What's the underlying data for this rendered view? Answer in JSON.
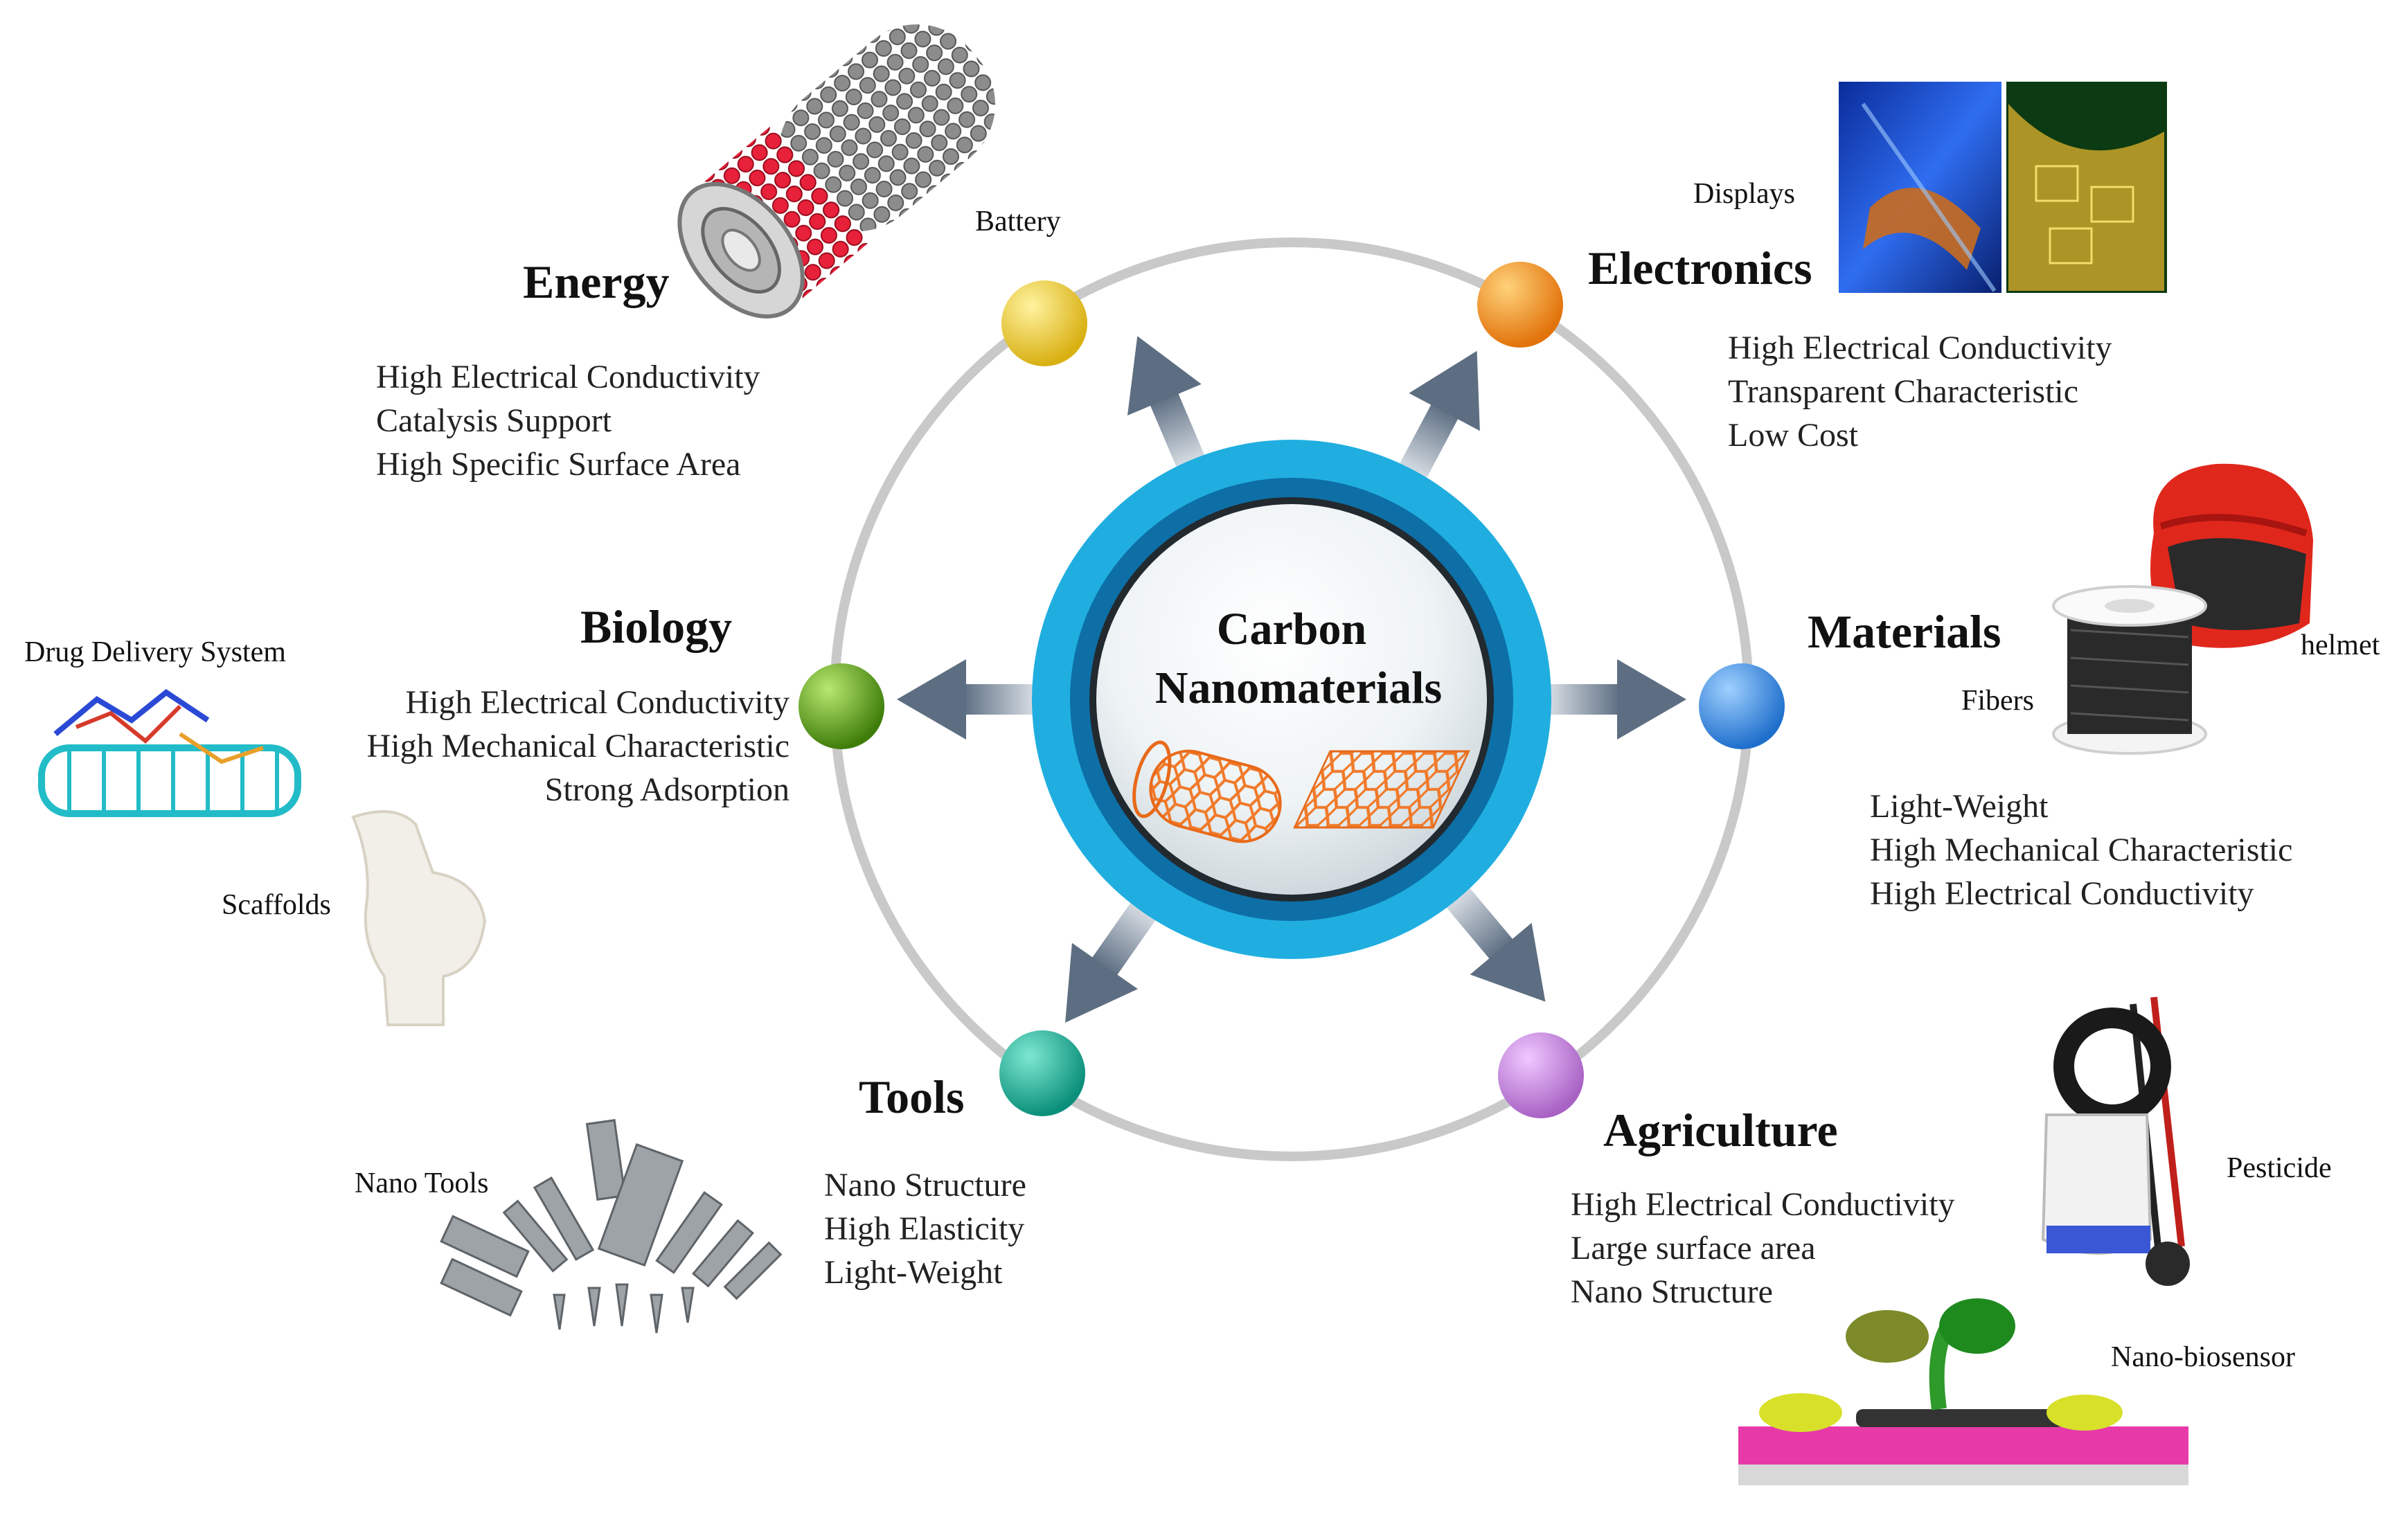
{
  "center": {
    "line1": "Carbon",
    "line2": "Nanomaterials"
  },
  "colors": {
    "ring": "#c9c9c9",
    "hub_outer": "#20aee0",
    "hub_mid": "#0d6fa6",
    "arrow": "#7a8a9c",
    "energy": "#e8c52a",
    "electronics": "#f08a10",
    "materials": "#2f86e0",
    "agriculture": "#c07ad8",
    "tools": "#12a992",
    "biology": "#5a9e12"
  },
  "sectors": {
    "energy": {
      "title": "Energy",
      "properties": [
        "High Electrical Conductivity",
        "Catalysis Support",
        "High Specific Surface Area"
      ],
      "image_label": "Battery"
    },
    "electronics": {
      "title": "Electronics",
      "properties": [
        "High Electrical Conductivity",
        "Transparent Characteristic",
        "Low Cost"
      ],
      "image_label": "Displays"
    },
    "materials": {
      "title": "Materials",
      "properties": [
        "Light-Weight",
        "High Mechanical Characteristic",
        "High Electrical Conductivity"
      ],
      "image_labels": [
        "helmet",
        "Fibers"
      ]
    },
    "agriculture": {
      "title": "Agriculture",
      "properties": [
        "High Electrical Conductivity",
        "Large surface area",
        "Nano Structure"
      ],
      "image_labels": [
        "Pesticide",
        "Nano-biosensor"
      ]
    },
    "tools": {
      "title": "Tools",
      "properties": [
        "Nano Structure",
        "High Elasticity",
        "Light-Weight"
      ],
      "image_label": "Nano Tools"
    },
    "biology": {
      "title": "Biology",
      "properties": [
        "High Electrical Conductivity",
        "High Mechanical Characteristic",
        "Strong Adsorption"
      ],
      "image_labels": [
        "Drug Delivery System",
        "Scaffolds"
      ]
    }
  }
}
